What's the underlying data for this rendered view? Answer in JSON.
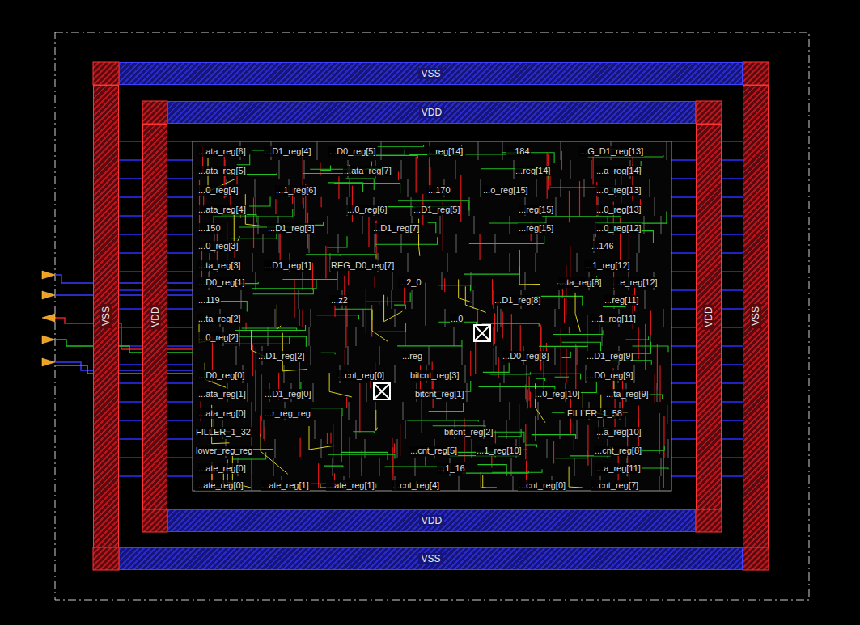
{
  "diagram": {
    "nodes": [
      {
        "text": [
          "VSS"
        ]
      },
      {
        "text": [
          "VDD"
        ]
      },
      {
        "text": [
          "VSS"
        ]
      },
      {
        "text": [
          "VDD"
        ]
      },
      {
        "text": [
          "VDD"
        ]
      },
      {
        "text": [
          "VSS"
        ]
      },
      {
        "text": [
          "VDD"
        ]
      },
      {
        "text": [
          "VSS"
        ]
      }
    ],
    "labels": [
      "...ata_reg[6]",
      "...D1_reg[4]",
      "...D0_reg[5]",
      "...reg[14]",
      "...184",
      "...G_D1_reg[13]",
      "...ata_reg[5]",
      "...ata_reg[7]",
      "...reg[14]",
      "...a_reg[14]",
      "...0_reg[4]",
      "...1_reg[6]",
      "...170",
      "...o_reg[15]",
      "...o_reg[13]",
      "...ata_reg[4]",
      "...0_reg[6]",
      "...D1_reg[5]",
      "...reg[15]",
      "...0_reg[13]",
      "...150",
      "...D1_reg[3]",
      "...D1_reg[7]",
      "...reg[15]",
      "...0_reg[12]",
      "...0_reg[3]",
      "...146",
      "...ta_reg[3]",
      "...D1_reg[1]",
      "REG_D0_reg[7]",
      "...1_reg[12]",
      "...D0_reg[1]",
      "...2_0",
      "...ta_reg[8]",
      "...e_reg[12]",
      "...119",
      "...z2",
      "...D1_reg[8]",
      "...reg[11]",
      "...ta_reg[2]",
      "...0",
      "...1_reg[11]",
      "...0_reg[2]",
      "...D1_reg[2]",
      "...reg",
      "...D0_reg[8]",
      "...D1_reg[9]",
      "...D0_reg[0]",
      "...cnt_reg[0]",
      "bitcnt_reg[3]",
      "...D0_reg[9]",
      "...ata_reg[1]",
      "...D1_reg[0]",
      "bitcnt_reg[1]",
      "...0_reg[10]",
      "...ta_reg[9]",
      "...ata_reg[0]",
      "...r_reg_reg",
      "FILLER_1_58",
      "FILLER_1_32",
      "bitcnt_reg[2]",
      "...a_reg[10]",
      "lower_reg_reg",
      "...cnt_reg[5]",
      "...1_reg[10]",
      "...cnt_reg[8]",
      "...ate_reg[0]",
      "...1_16",
      "...a_reg[11]",
      "...ate_reg[0]",
      "...ate_reg[1]",
      "...ate_reg[1]",
      "...cnt_reg[4]",
      "...cnt_reg[0]",
      "...cnt_reg[7]"
    ]
  }
}
